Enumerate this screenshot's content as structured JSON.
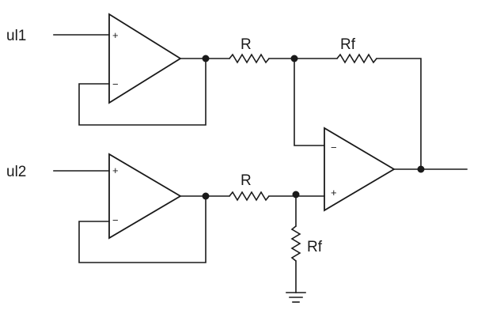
{
  "labels": {
    "input_1": "ul1",
    "input_2": "ul2",
    "resistor_top": "R",
    "resistor_bottom": "R",
    "feedback_top": "Rf",
    "feedback_bottom": "Rf"
  },
  "signs": {
    "plus": "+",
    "minus": "−"
  },
  "components": {
    "op_amps": 3,
    "resistors": 4,
    "ground_symbols": 1
  }
}
